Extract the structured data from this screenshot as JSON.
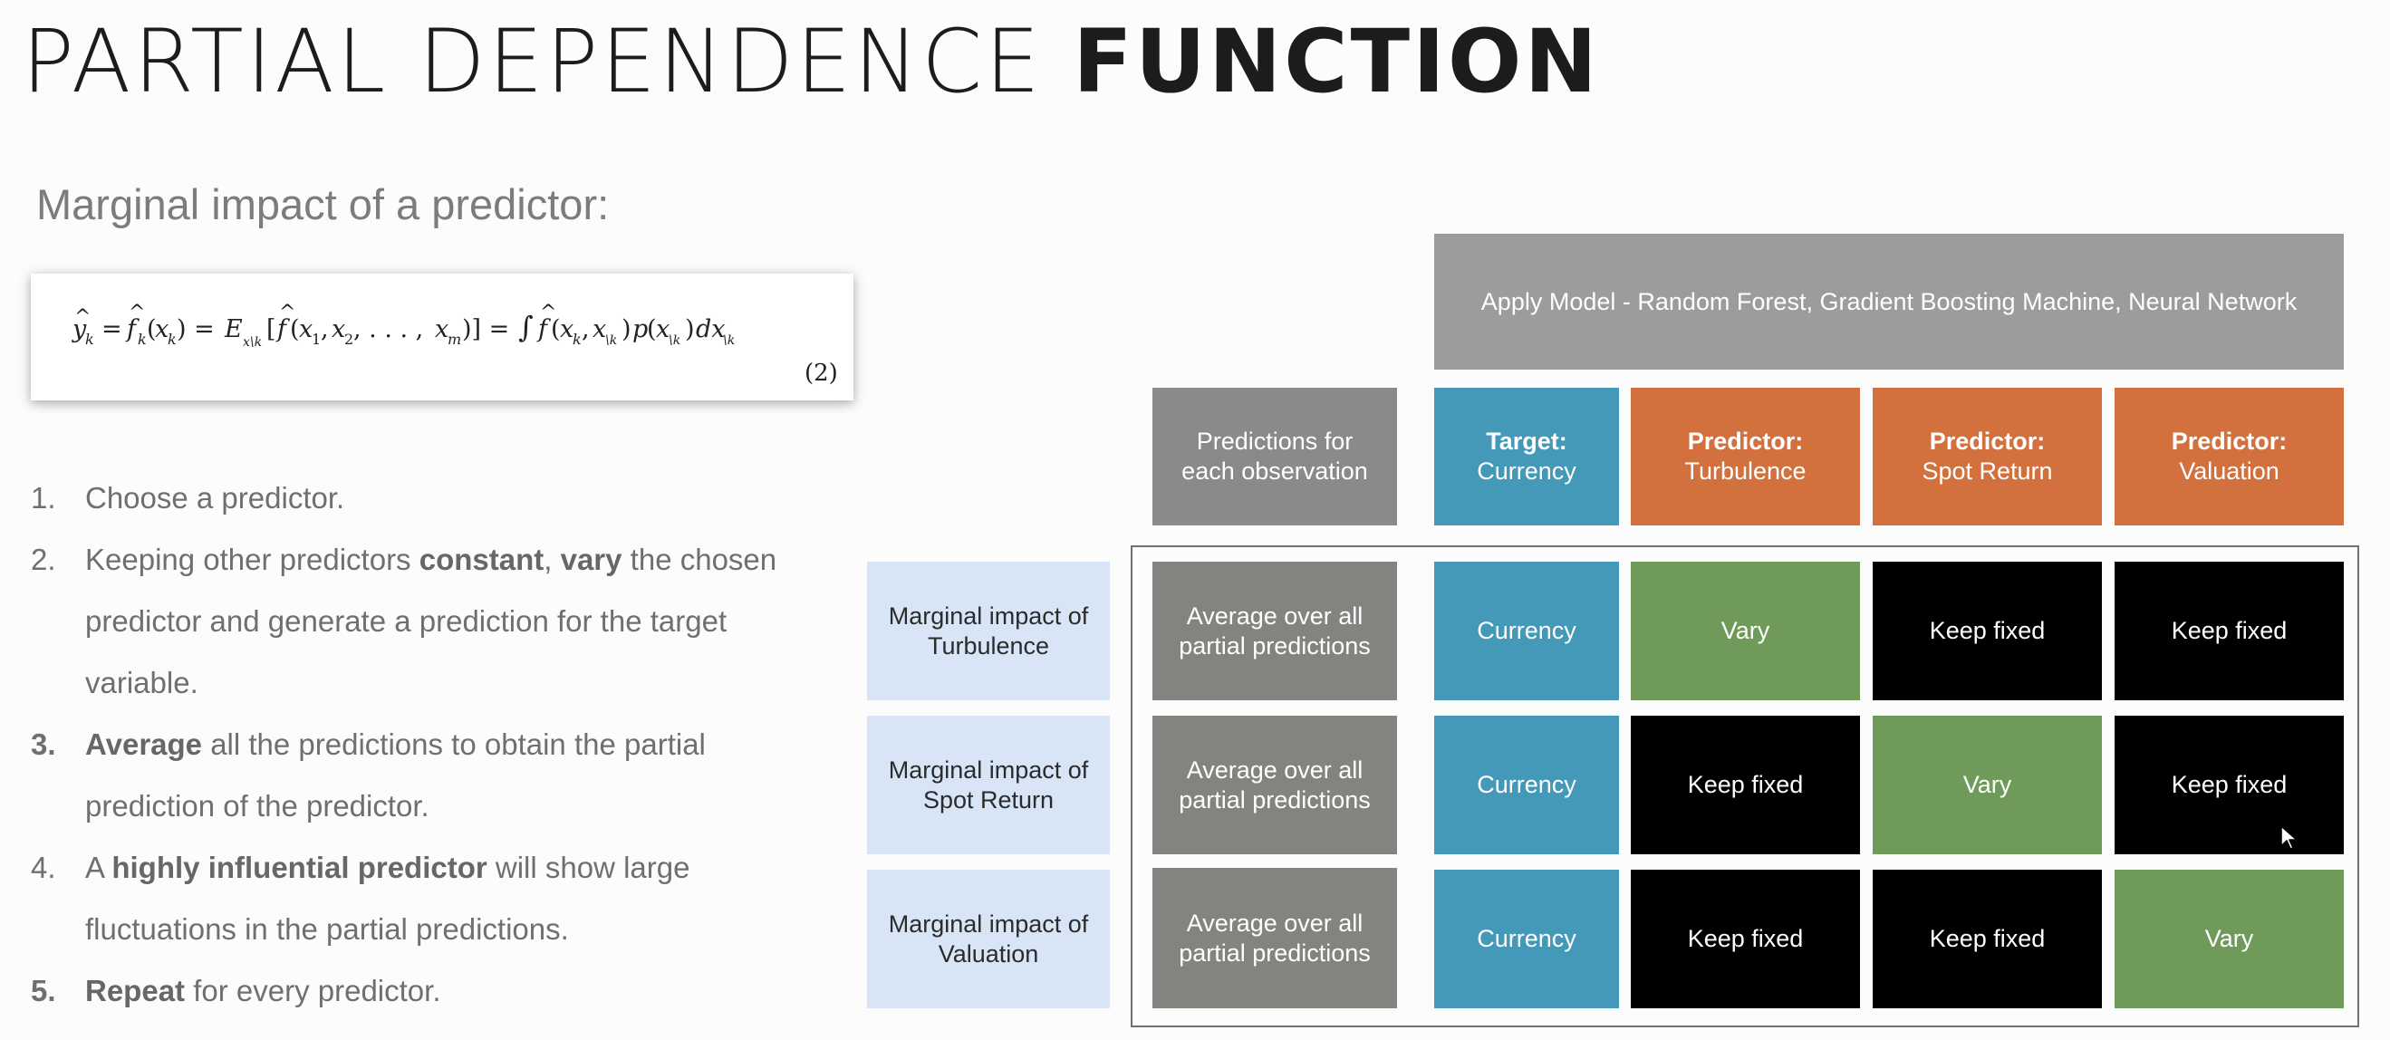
{
  "title": {
    "light": "PARTIAL DEPENDENCE",
    "bold": "FUNCTION"
  },
  "subtitle": "Marginal impact of a predictor:",
  "formula": {
    "equation_number": "(2)"
  },
  "steps": [
    {
      "num": "1.",
      "text": "Choose a predictor."
    },
    {
      "num": "2.",
      "pre": "Keeping other predictors ",
      "b1": "constant",
      "mid": ", ",
      "b2": "vary",
      "post": " the chosen predictor and generate a prediction for the target variable."
    },
    {
      "num": "3.",
      "b1": "Average",
      "post": " all the predictions to obtain the partial prediction of the predictor."
    },
    {
      "num": "4.",
      "pre": "A ",
      "b1": "highly influential predictor",
      "post": " will show large fluctuations in the partial predictions."
    },
    {
      "num": "5.",
      "b1": "Repeat",
      "post": " for every predictor."
    }
  ],
  "diagram": {
    "apply_model": "Apply Model - Random Forest, Gradient Boosting Machine, Neural Network",
    "predictions_header": [
      "Predictions for",
      "each observation"
    ],
    "columns": [
      {
        "title": "Target:",
        "name": "Currency"
      },
      {
        "title": "Predictor:",
        "name": "Turbulence"
      },
      {
        "title": "Predictor:",
        "name": "Spot Return"
      },
      {
        "title": "Predictor:",
        "name": "Valuation"
      }
    ],
    "rows": [
      {
        "label": [
          "Marginal impact of",
          "Turbulence"
        ],
        "average": [
          "Average over all",
          "partial predictions"
        ],
        "cells": [
          "Currency",
          "Vary",
          "Keep fixed",
          "Keep fixed"
        ]
      },
      {
        "label": [
          "Marginal impact of",
          "Spot Return"
        ],
        "average": [
          "Average over all",
          "partial predictions"
        ],
        "cells": [
          "Currency",
          "Keep fixed",
          "Vary",
          "Keep fixed"
        ]
      },
      {
        "label": [
          "Marginal impact of",
          "Valuation"
        ],
        "average": [
          "Average over all",
          "partial predictions"
        ],
        "cells": [
          "Currency",
          "Keep fixed",
          "Keep fixed",
          "Vary"
        ]
      }
    ]
  },
  "colors": {
    "target": "#4499b9",
    "predictor_header": "#d2703e",
    "vary": "#6f9a5a",
    "keep_fixed": "#000000",
    "gray_box": "#838480",
    "row_label": "#d7e5f6"
  }
}
